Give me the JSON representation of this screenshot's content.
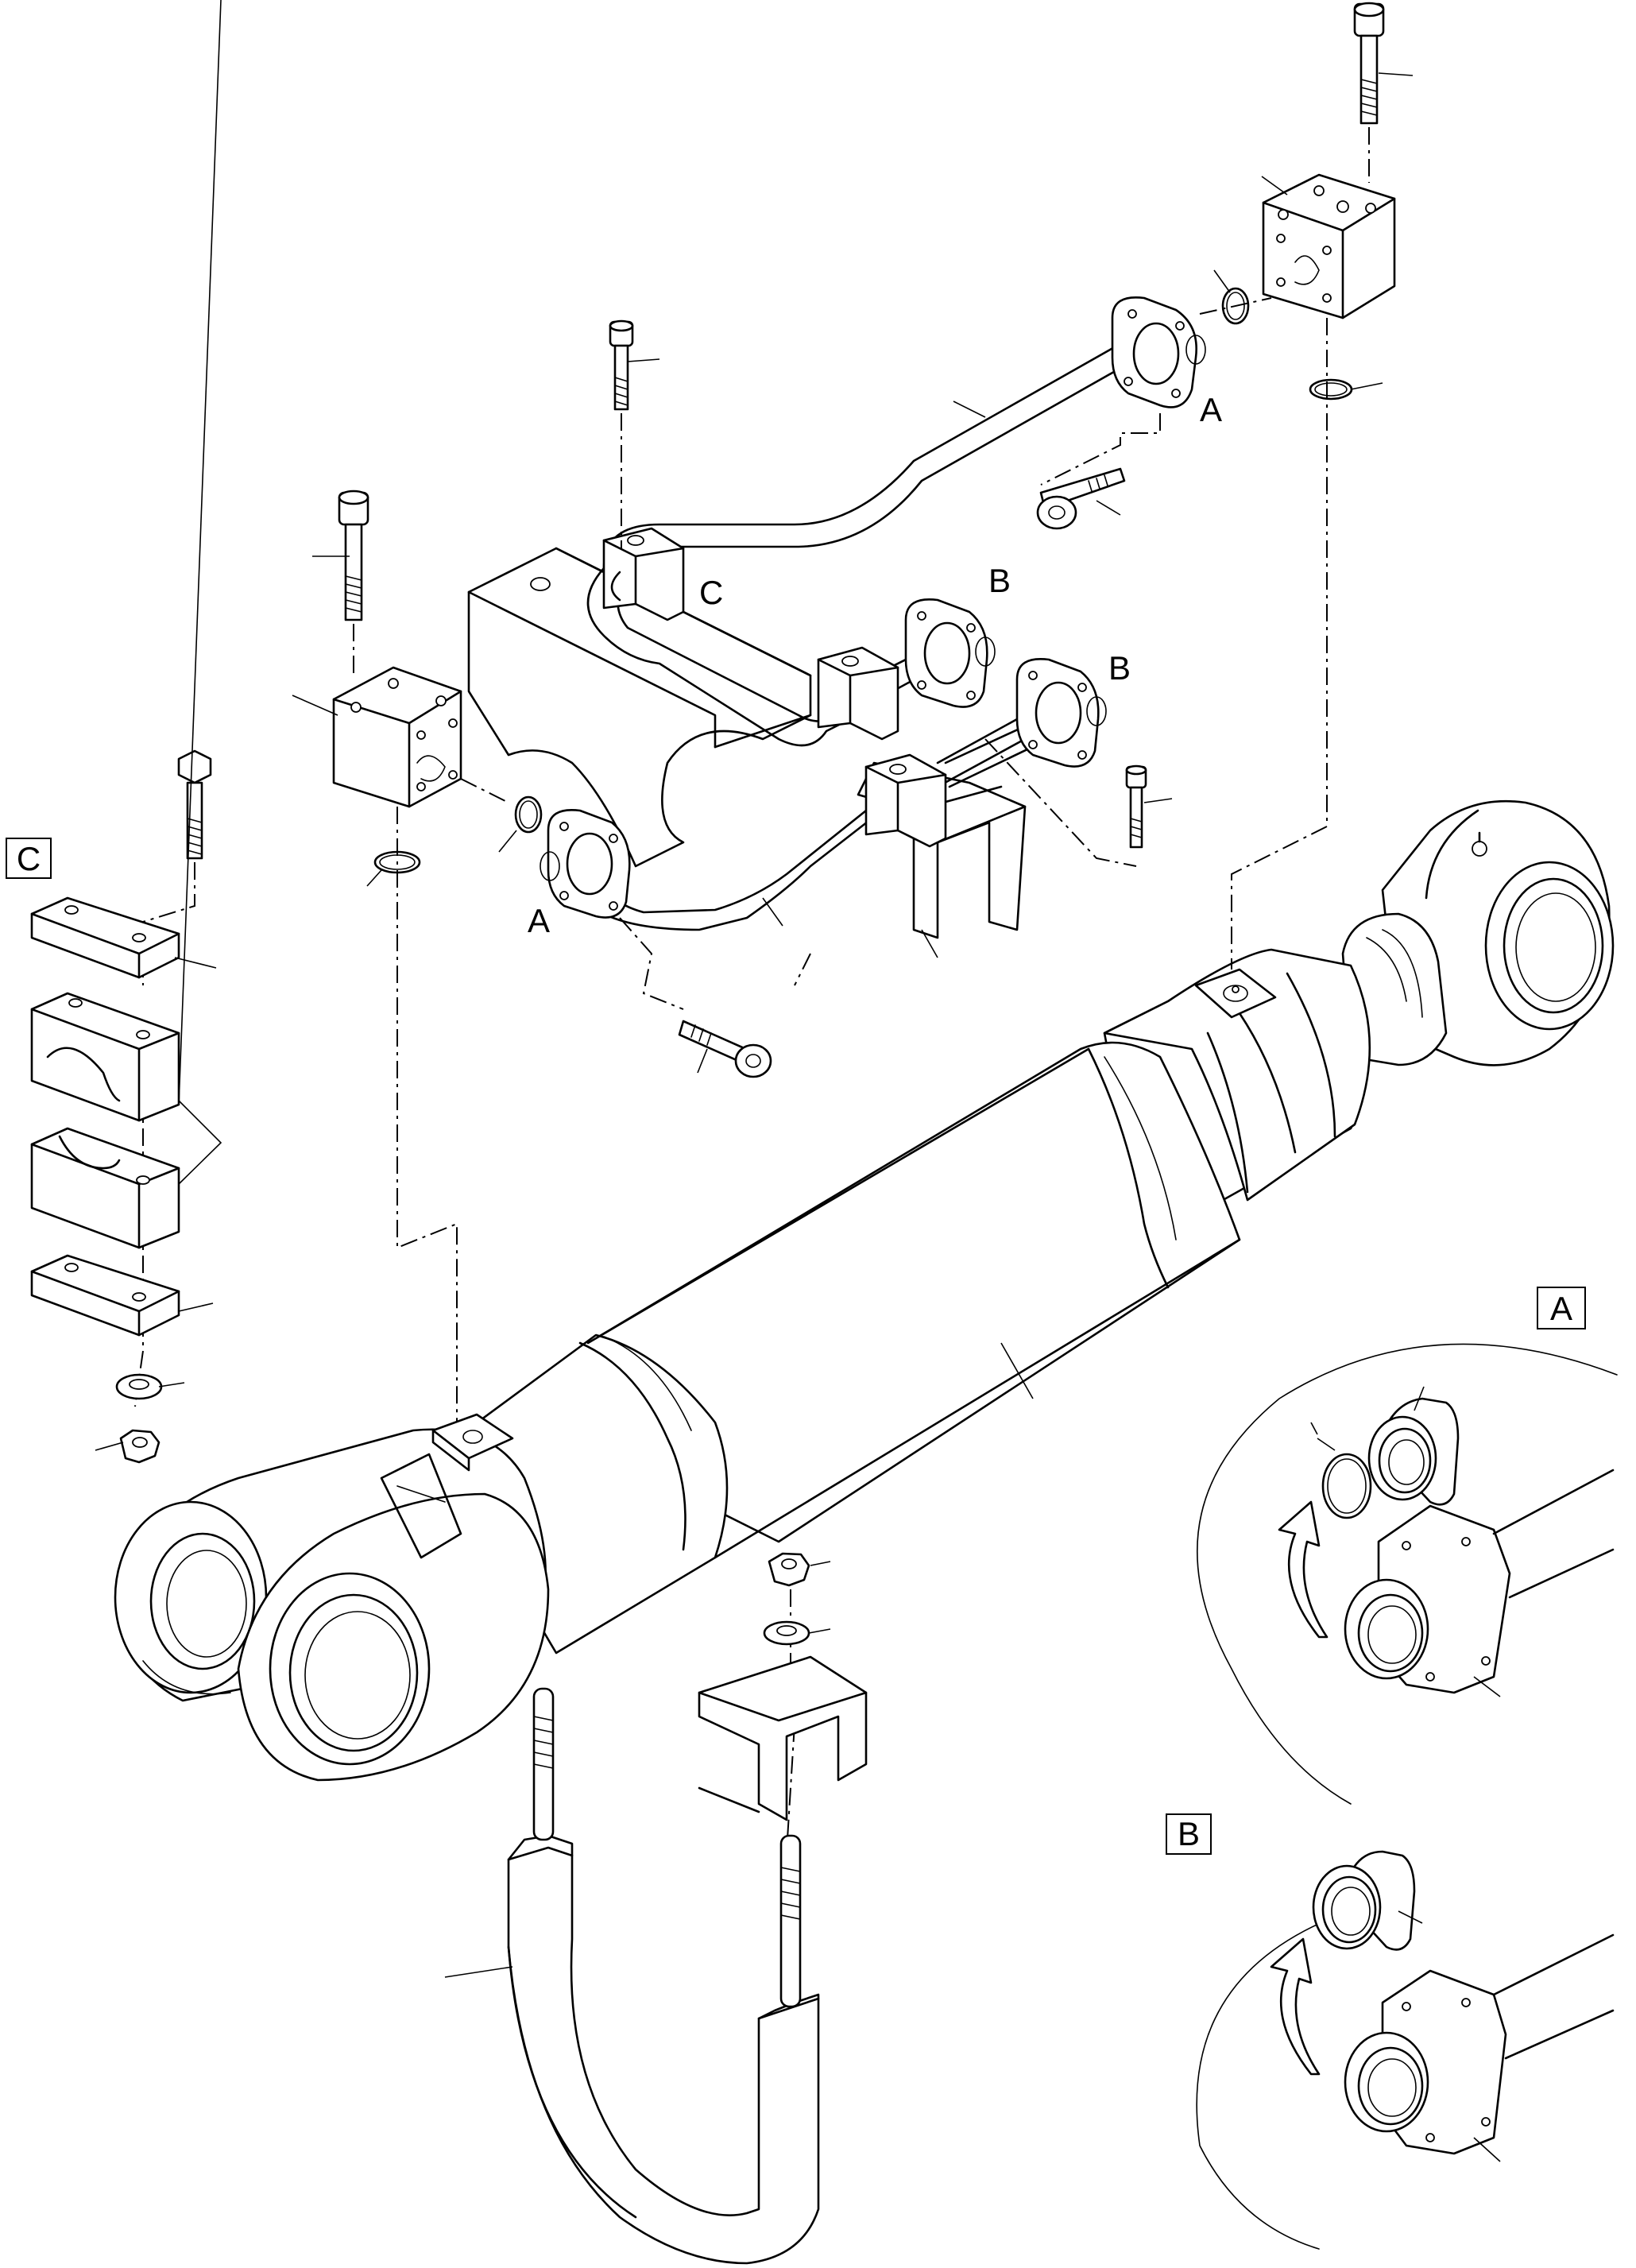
{
  "figure": {
    "labels": {
      "a": "A",
      "b": "B",
      "c": "C"
    },
    "detail_boxes": {
      "a": "A",
      "b": "B",
      "c": "C"
    }
  }
}
